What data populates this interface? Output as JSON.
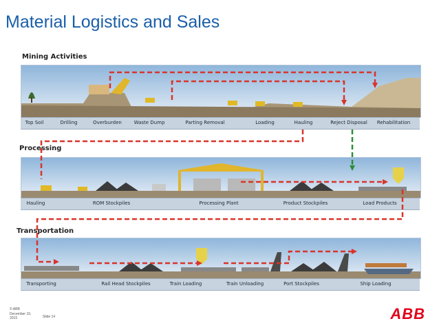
{
  "title": "Material Logistics and Sales",
  "sections": {
    "mining": {
      "label": "Mining Activities",
      "steps": [
        "Top Soil",
        "Drilling",
        "Overburden",
        "Waste Dump",
        "Parting Removal",
        "Loading",
        "Hauling",
        "Reject Disposal",
        "Rehabilitation"
      ]
    },
    "processing": {
      "label": "Processing",
      "steps": [
        "Hauling",
        "ROM Stockpiles",
        "Processing Plant",
        "Product Stockpiles",
        "Load Products"
      ]
    },
    "transportation": {
      "label": "Transportation",
      "steps": [
        "Transporting",
        "Rail Head Stockpiles",
        "Train Loading",
        "Train Unloading",
        "Port Stockpiles",
        "Ship Loading"
      ]
    }
  },
  "footer": {
    "copyright": "© ABB",
    "date": "December 10, 2015",
    "slide": "Slide 14"
  },
  "logo": "ABB",
  "colors": {
    "title": "#1a5fa8",
    "flow_red": "#d9342b",
    "flow_green": "#2e8b3a",
    "step_bar": "#c7d3df",
    "logo_red": "#e2001a"
  }
}
